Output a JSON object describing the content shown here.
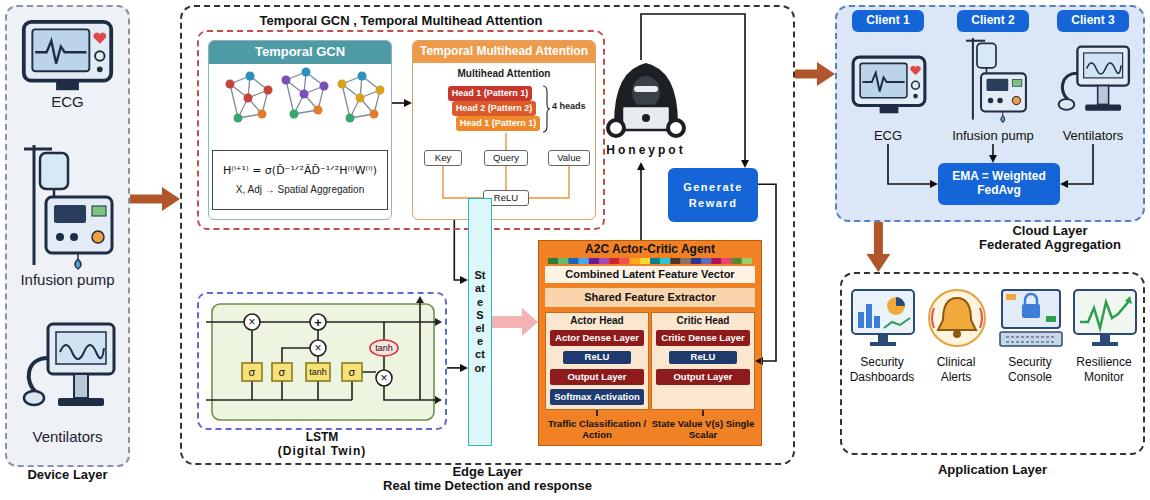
{
  "diagram": {
    "nodes": [
      {
        "text": [
          "Device Layer"
        ]
      },
      {
        "text": [
          "ECG"
        ],
        "in": 0
      },
      {
        "text": [
          "Infusion pump"
        ],
        "in": 0
      },
      {
        "text": [
          "Ventilators"
        ],
        "in": 0
      },
      {
        "text": [
          "Edge Layer",
          "Real time Detection and response"
        ]
      },
      {
        "text": [
          "Temporal GCN , Temporal Multihead Attention"
        ],
        "in": 4
      },
      {
        "text": [
          "Temporal GCN"
        ],
        "in": 5
      },
      {
        "text": [
          "H⁽ˡ⁺¹⁾ = σ(D̃⁻¹ᐟ²ÃD̃⁻¹ᐟ²H⁽ˡ⁾W⁽ˡ⁾)",
          "X, Adj → Spatial Aggregation"
        ],
        "in": 6
      },
      {
        "text": [
          "Temporal Multihead Attention",
          "Multihead Attention"
        ],
        "in": 5
      },
      {
        "text": [
          "Head 1 (Pattern 1)"
        ],
        "in": 8
      },
      {
        "text": [
          "Head 2 (Pattern 2)"
        ],
        "in": 8
      },
      {
        "text": [
          "Head 1 (Pattern 1)"
        ],
        "in": 8
      },
      {
        "text": [
          "Key"
        ],
        "in": 8
      },
      {
        "text": [
          "Query"
        ],
        "in": 8
      },
      {
        "text": [
          "Value"
        ],
        "in": 8
      },
      {
        "text": [
          "ReLU"
        ],
        "in": 8
      },
      {
        "text": [
          "Honeypot"
        ],
        "in": 4
      },
      {
        "text": [
          "Generate Reward"
        ],
        "in": 4
      },
      {
        "text": [
          "LSTM",
          "(Digital Twin)"
        ],
        "in": 4
      },
      {
        "text": [
          "State Selector"
        ],
        "in": 4
      },
      {
        "text": [
          "A2C Actor-Critic Agent"
        ],
        "in": 4
      },
      {
        "text": [
          "Combined Latent Feature Vector"
        ],
        "in": 20
      },
      {
        "text": [
          "Shared Feature Extractor"
        ],
        "in": 20
      },
      {
        "text": [
          "Actor Head"
        ],
        "in": 20
      },
      {
        "text": [
          "Actor Dense Layer"
        ],
        "in": 23
      },
      {
        "text": [
          "ReLU"
        ],
        "in": 23
      },
      {
        "text": [
          "Output Layer"
        ],
        "in": 23
      },
      {
        "text": [
          "Softmax Activation"
        ],
        "in": 23
      },
      {
        "text": [
          "Critic Head"
        ],
        "in": 20
      },
      {
        "text": [
          "Critic Dense Layer"
        ],
        "in": 28
      },
      {
        "text": [
          "ReLU"
        ],
        "in": 28
      },
      {
        "text": [
          "Output Layer"
        ],
        "in": 28
      },
      {
        "text": [
          "Traffic Classification / Action"
        ],
        "in": 20
      },
      {
        "text": [
          "State Value V(s) Single Scalar"
        ],
        "in": 20
      },
      {
        "text": [
          "Cloud Layer",
          "Federated Aggregation"
        ]
      },
      {
        "text": [
          "Client 1",
          "ECG"
        ],
        "in": 34
      },
      {
        "text": [
          "Client 2",
          "Infusion pump"
        ],
        "in": 34
      },
      {
        "text": [
          "Client 3",
          "Ventilators"
        ],
        "in": 34
      },
      {
        "text": [
          "EMA = Weighted FedAvg"
        ],
        "in": 34
      },
      {
        "text": [
          "Application Layer"
        ]
      },
      {
        "text": [
          "Security Dashboards"
        ],
        "in": 39
      },
      {
        "text": [
          "Clinical Alerts"
        ],
        "in": 39
      },
      {
        "text": [
          "Security Console"
        ],
        "in": 39
      },
      {
        "text": [
          "Resilience Monitor"
        ],
        "in": 39
      }
    ],
    "edges": [
      {
        "from": 0,
        "to": 4,
        "arrow": "to"
      },
      {
        "from": 4,
        "to": 34,
        "arrow": "to"
      },
      {
        "from": 34,
        "to": 39,
        "arrow": "to"
      },
      {
        "from": 6,
        "to": 8,
        "arrow": "to"
      },
      {
        "from": 8,
        "to": 19,
        "arrow": "to"
      },
      {
        "from": 18,
        "to": 19,
        "arrow": "to"
      },
      {
        "from": 19,
        "to": 20,
        "arrow": "to"
      },
      {
        "from": 20,
        "to": 16,
        "arrow": "to"
      },
      {
        "from": 16,
        "to": 17,
        "arrow": "to"
      },
      {
        "from": 17,
        "to": 28,
        "arrow": "to"
      },
      {
        "from": 12,
        "to": 15,
        "arrow": "none"
      },
      {
        "from": 13,
        "to": 15,
        "arrow": "none"
      },
      {
        "from": 14,
        "to": 15,
        "arrow": "none"
      },
      {
        "from": 23,
        "to": 32,
        "arrow": "none"
      },
      {
        "from": 28,
        "to": 33,
        "arrow": "none"
      },
      {
        "from": 35,
        "to": 38,
        "arrow": "to"
      },
      {
        "from": 36,
        "to": 38,
        "arrow": "to"
      },
      {
        "from": 37,
        "to": 38,
        "arrow": "to"
      }
    ],
    "labels": [
      "4 heads",
      "×",
      "+",
      "×",
      "tanh",
      "×",
      "σ",
      "σ",
      "tanh",
      "σ"
    ]
  }
}
